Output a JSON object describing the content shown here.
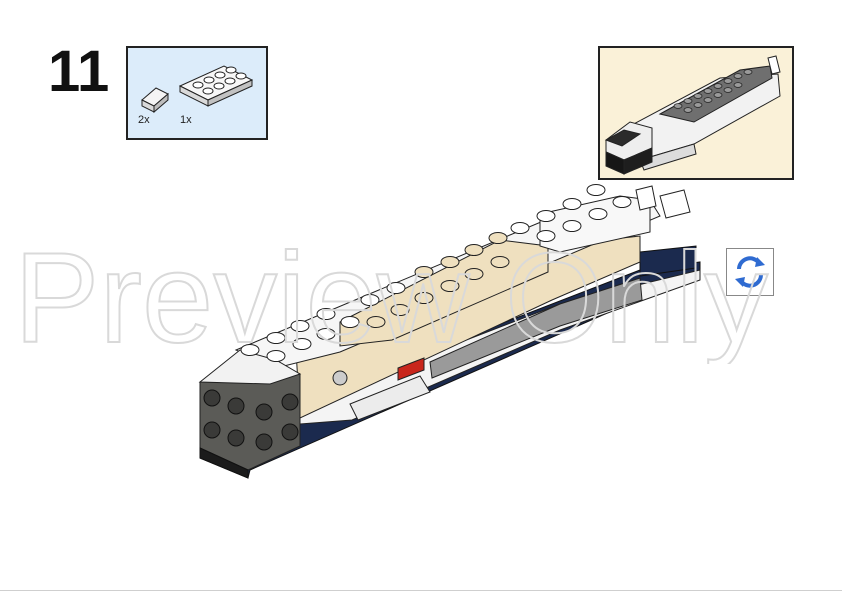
{
  "step": {
    "number": "11"
  },
  "parts": [
    {
      "name": "slope-brick-1x1",
      "quantity": "2x"
    },
    {
      "name": "plate-2x4-white",
      "quantity": "1x"
    }
  ],
  "watermark": {
    "text": "Preview Only"
  },
  "colors": {
    "parts_background": "#dcecfa",
    "preview_background": "#faf1d8",
    "white_brick": "#f4f4f4",
    "tan_brick": "#efe0bf",
    "dark_gray": "#5b5b57",
    "navy": "#1b2a4e",
    "red": "#c8261c",
    "rotate_blue": "#2f6bd1"
  },
  "icons": {
    "rotate": "rotate-icon"
  }
}
